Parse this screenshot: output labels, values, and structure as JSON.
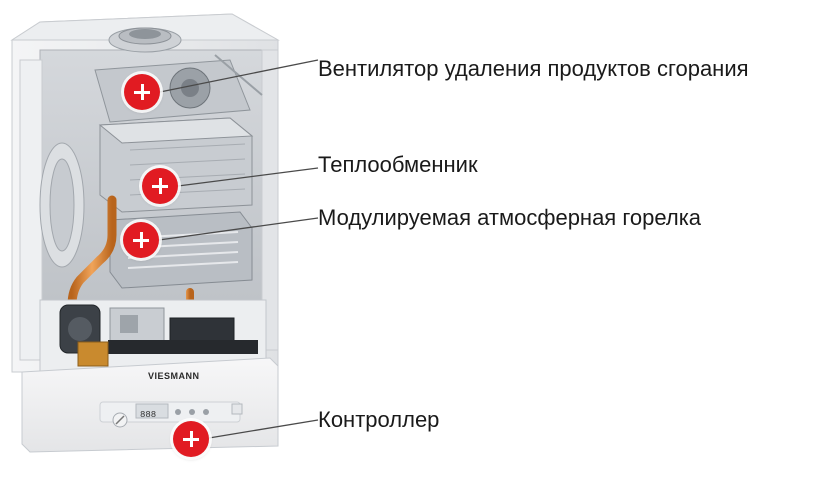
{
  "diagram": {
    "callouts": [
      {
        "id": "fan",
        "label": "Вентилятор удаления продуктов сгорания"
      },
      {
        "id": "heat-exchanger",
        "label": "Теплообменник"
      },
      {
        "id": "burner",
        "label": "Модулируемая атмосферная горелка"
      },
      {
        "id": "controller",
        "label": "Контроллер"
      }
    ],
    "brand": "VIESMANN",
    "display": "888"
  },
  "colors": {
    "hotspot": "#e11b22",
    "pipe": "#d9822b",
    "casing": "#e9eaec"
  }
}
